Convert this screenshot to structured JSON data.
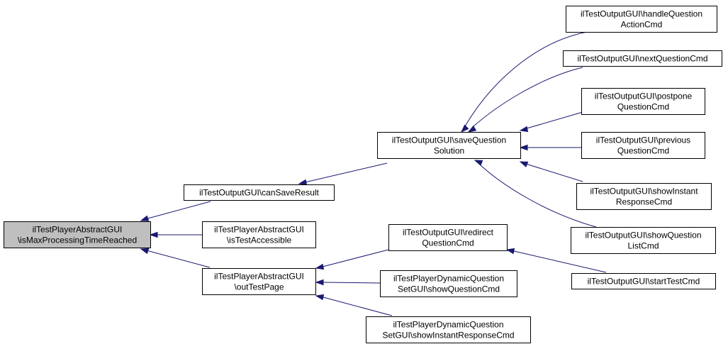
{
  "colors": {
    "edge": "#191970",
    "root_fill": "#bfbfbf",
    "node_fill": "#ffffff",
    "node_border": "#000000"
  },
  "nodes": {
    "root": {
      "lines": [
        "ilTestPlayerAbstractGUI",
        "\\isMaxProcessingTimeReached"
      ]
    },
    "can_save_result": {
      "lines": [
        "ilTestOutputGUI\\canSaveResult"
      ]
    },
    "is_test_accessible": {
      "lines": [
        "ilTestPlayerAbstractGUI",
        "\\isTestAccessible"
      ]
    },
    "out_test_page": {
      "lines": [
        "ilTestPlayerAbstractGUI",
        "\\outTestPage"
      ]
    },
    "save_question_solution": {
      "lines": [
        "ilTestOutputGUI\\saveQuestion",
        "Solution"
      ]
    },
    "redirect_question_cmd": {
      "lines": [
        "ilTestOutputGUI\\redirect",
        "QuestionCmd"
      ]
    },
    "dyn_show_question_cmd": {
      "lines": [
        "ilTestPlayerDynamicQuestion",
        "SetGUI\\showQuestionCmd"
      ]
    },
    "dyn_show_instant_response_cmd": {
      "lines": [
        "ilTestPlayerDynamicQuestion",
        "SetGUI\\showInstantResponseCmd"
      ]
    },
    "handle_question_action_cmd": {
      "lines": [
        "ilTestOutputGUI\\handleQuestion",
        "ActionCmd"
      ]
    },
    "next_question_cmd": {
      "lines": [
        "ilTestOutputGUI\\nextQuestionCmd"
      ]
    },
    "postpone_question_cmd": {
      "lines": [
        "ilTestOutputGUI\\postpone",
        "QuestionCmd"
      ]
    },
    "previous_question_cmd": {
      "lines": [
        "ilTestOutputGUI\\previous",
        "QuestionCmd"
      ]
    },
    "show_instant_response_cmd": {
      "lines": [
        "ilTestOutputGUI\\showInstant",
        "ResponseCmd"
      ]
    },
    "show_question_list_cmd": {
      "lines": [
        "ilTestOutputGUI\\showQuestion",
        "ListCmd"
      ]
    },
    "start_test_cmd": {
      "lines": [
        "ilTestOutputGUI\\startTestCmd"
      ]
    }
  }
}
